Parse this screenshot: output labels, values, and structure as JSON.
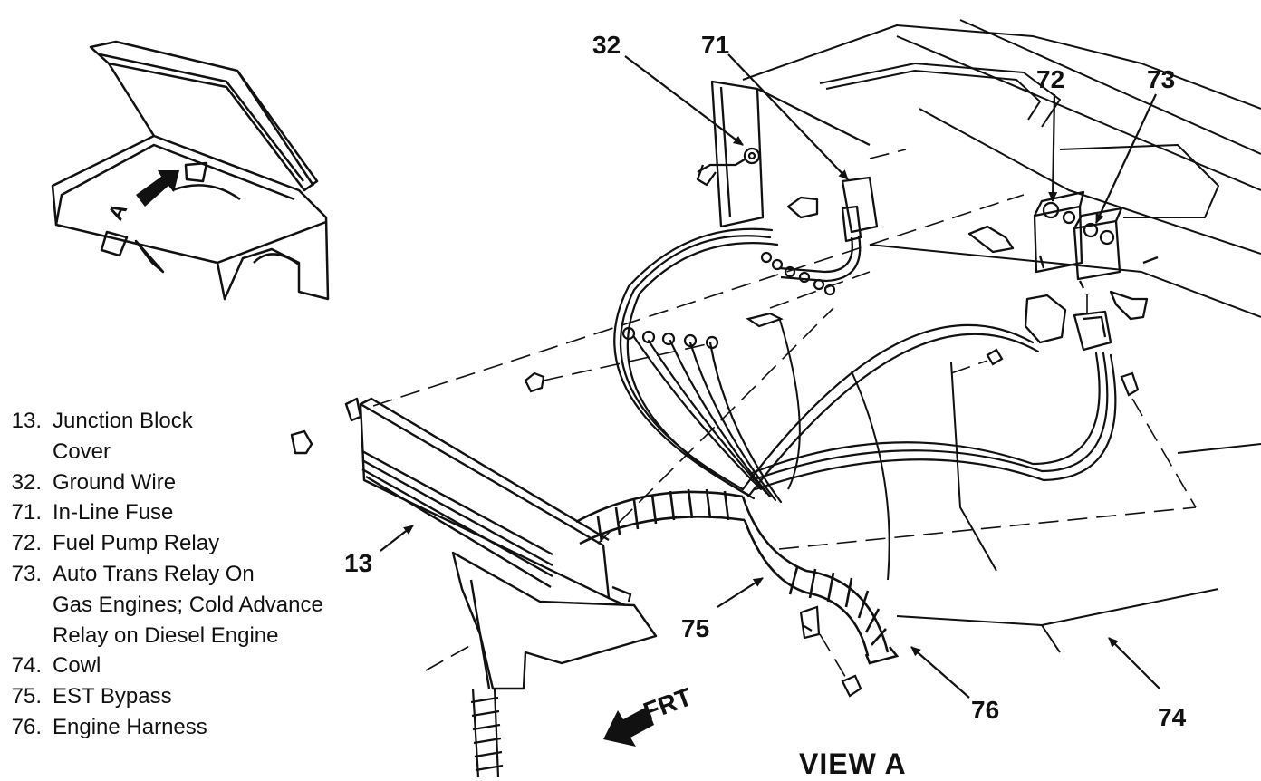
{
  "callouts": {
    "c13": "13",
    "c32": "32",
    "c71": "71",
    "c72": "72",
    "c73": "73",
    "c74": "74",
    "c75": "75",
    "c76": "76"
  },
  "view_label": "VIEW A",
  "front_label": "FRT",
  "inset_label": "A",
  "legend": [
    {
      "num": "13.",
      "text": "Junction Block"
    },
    {
      "num": "",
      "text": "Cover"
    },
    {
      "num": "32.",
      "text": "Ground Wire"
    },
    {
      "num": "71.",
      "text": "In-Line Fuse"
    },
    {
      "num": "72.",
      "text": "Fuel Pump Relay"
    },
    {
      "num": "73.",
      "text": "Auto Trans Relay On"
    },
    {
      "num": "",
      "text": "Gas Engines;  Cold Advance"
    },
    {
      "num": "",
      "text": "Relay on Diesel Engine"
    },
    {
      "num": "74.",
      "text": "Cowl"
    },
    {
      "num": "75.",
      "text": "EST Bypass"
    },
    {
      "num": "76.",
      "text": "Engine Harness"
    }
  ]
}
